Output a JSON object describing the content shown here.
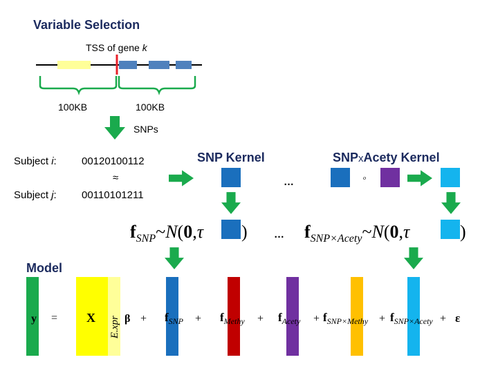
{
  "variable_selection": {
    "heading": "Variable Selection",
    "tss_label_prefix": "TSS of gene ",
    "tss_label_var": "k",
    "window_left": "100KB",
    "window_right": "100KB",
    "snps_label": "SNPs"
  },
  "subjects": {
    "subject_i_prefix": "Subject ",
    "subject_i_var": "i",
    "subject_j_var": "j",
    "suffix": ":",
    "seq_i": "00120100112",
    "seq_j": "00110101211",
    "approx": "≈"
  },
  "kernels": {
    "snp_kernel": "SNP Kernel",
    "interaction_snp": "SNP",
    "interaction_x": "x",
    "interaction_acety": "Acety Kernel",
    "dots": "…",
    "small_circle": "o"
  },
  "priors": {
    "f": "f",
    "snp_sub": "SNP",
    "interaction_sub": "SNP×Acety",
    "tilde": "~",
    "N": "N",
    "open": "(",
    "zero": "0",
    "comma": ",",
    "tau": "τ",
    "close": ")",
    "dots": "…"
  },
  "model": {
    "heading": "Model",
    "y": "y",
    "equals": "=",
    "X": "X",
    "expr": "E.xpr",
    "beta": "β",
    "plus": "+",
    "f": "f",
    "sub_snp": "SNP",
    "sub_methy": "Methy",
    "sub_acety": "Acety",
    "sub_snp_methy": "SNP×Methy",
    "sub_snp_acety": "SNP×Acety",
    "epsilon": "ε"
  },
  "colors": {
    "green": "#1aaa4d",
    "blue": "#1a6fbd",
    "sky": "#14b4ee",
    "purple": "#7030a0",
    "red": "#c00000",
    "orange": "#ffc000",
    "yellow": "#ffff00",
    "pale_yellow": "#ffff99",
    "region_blue": "#4f81bd",
    "tss_red": "#e8202a",
    "navy": "#1b2a5e"
  }
}
